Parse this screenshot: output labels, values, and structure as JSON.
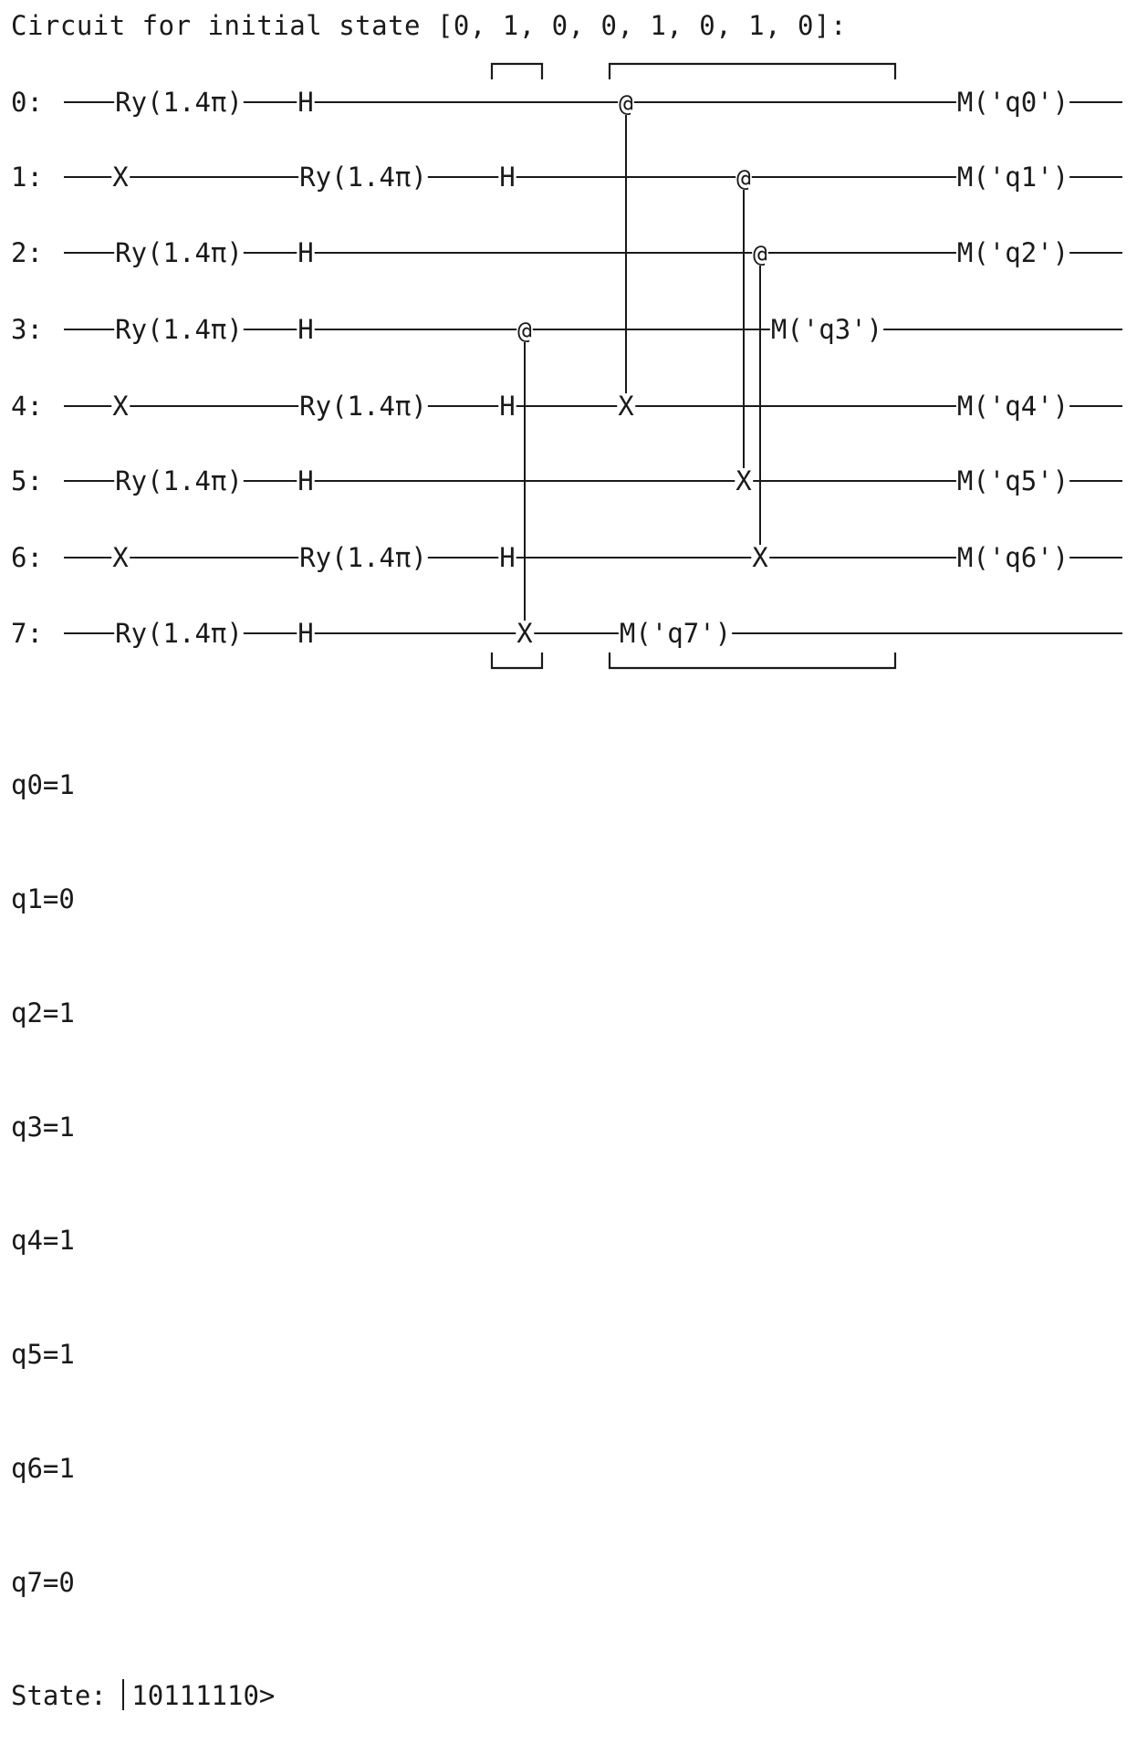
{
  "header": {
    "title": "Circuit for initial state [0, 1, 0, 0, 1, 0, 1, 0]:"
  },
  "circuit": {
    "qubit_labels": [
      "0:",
      "1:",
      "2:",
      "3:",
      "4:",
      "5:",
      "6:",
      "7:"
    ],
    "gates": {
      "ry": "Ry(1.4π)",
      "h": "H",
      "x": "X",
      "control": "@"
    },
    "measurements": [
      "M('q0')",
      "M('q1')",
      "M('q2')",
      "M('q3')",
      "M('q4')",
      "M('q5')",
      "M('q6')",
      "M('q7')"
    ]
  },
  "results": {
    "lines": [
      "q0=1",
      "q1=0",
      "q2=1",
      "q3=1",
      "q4=1",
      "q5=1",
      "q6=1",
      "q7=0"
    ],
    "state_label": "State:",
    "state_value": "10111110>"
  }
}
